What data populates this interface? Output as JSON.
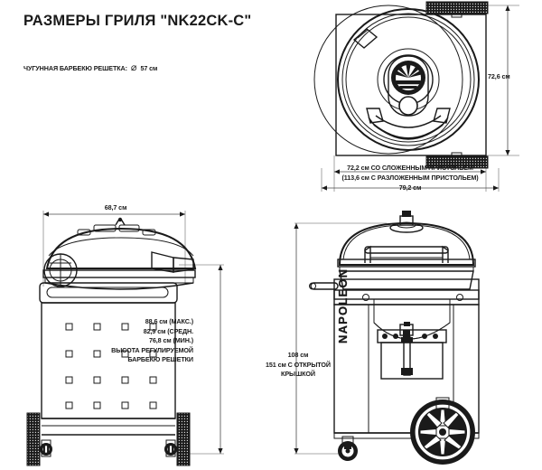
{
  "document": {
    "title": "РАЗМЕРЫ ГРИЛЯ \"NK22CK-C\"",
    "grate_label": "ЧУГУННАЯ БАРБЕКЮ РЕШЕТКА:",
    "grate_diameter_symbol": "⌀",
    "grate_diameter": "57 см"
  },
  "views": {
    "top": {
      "name": "top-view",
      "dimensions": {
        "height_right": "72,6 см",
        "width_folded": "72,2 см СО СЛОЖЕННЫМ ПРИСТОЛЬЕМ",
        "width_unfolded": "(113,6 см С РАЗЛОЖЕННЫМ ПРИСТОЛЬЕМ)",
        "width_overall": "79,2 см"
      }
    },
    "front": {
      "name": "front-view",
      "dimensions": {
        "width": "68,7 см",
        "grate_max": "88,6 см (МАКС.)",
        "grate_mid": "82,9 см (СРЕДН.",
        "grate_min": "76,8 см (МИН.)",
        "grate_caption_line1": "ВЫСОТА РЕГУЛИРУЕМОЙ",
        "grate_caption_line2": "БАРБЕКЮ РЕШЕТКИ"
      }
    },
    "side": {
      "name": "side-view",
      "brand": "NAPOLEON",
      "dimensions": {
        "height_closed": "108 см",
        "height_open_line1": "151 см С ОТКРЫТОЙ",
        "height_open_line2": "КРЫШКОЙ"
      }
    }
  },
  "colors": {
    "line": "#1a1a1a",
    "extension_line": "#8d8d8d",
    "background": "#ffffff"
  }
}
